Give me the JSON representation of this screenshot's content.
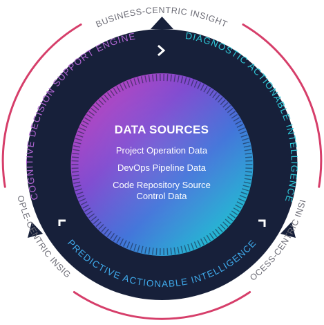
{
  "outer_labels": {
    "top": "BUSINESS-CENTRIC INSIGHT",
    "left": "PEOPLE-CENTRIC INSIGHT",
    "right": "PROCESS-CENTRIC INSIGHT"
  },
  "ring_labels": {
    "left": "COGNITIVE DECISION SUPPORT ENGINE",
    "right": "DIAGNOSTIC ACTIONABLE INTELLIGENCE",
    "bottom": "PREDICTIVE ACTIONABLE INTELLIGENCE"
  },
  "center": {
    "title": "DATA SOURCES",
    "items": [
      "Project Operation Data",
      "DevOps Pipeline Data",
      "Code Repository Source Control Data"
    ]
  },
  "colors": {
    "ring": "#17203a",
    "outer_arc": "#d63e6a",
    "outer_text": "#6a6a74",
    "ring_text_left": "#b267d4",
    "ring_text_right": "#2ec6d6",
    "ring_text_bottom": "#3fa9ea",
    "gradient_magenta": "#d23cb7",
    "gradient_purple": "#7d46cf",
    "gradient_blue": "#3f72d9",
    "gradient_cyan": "#13e1cf"
  },
  "icons": [
    "chevron-right-icon",
    "corner-bracket-left-icon",
    "corner-bracket-right-icon"
  ]
}
